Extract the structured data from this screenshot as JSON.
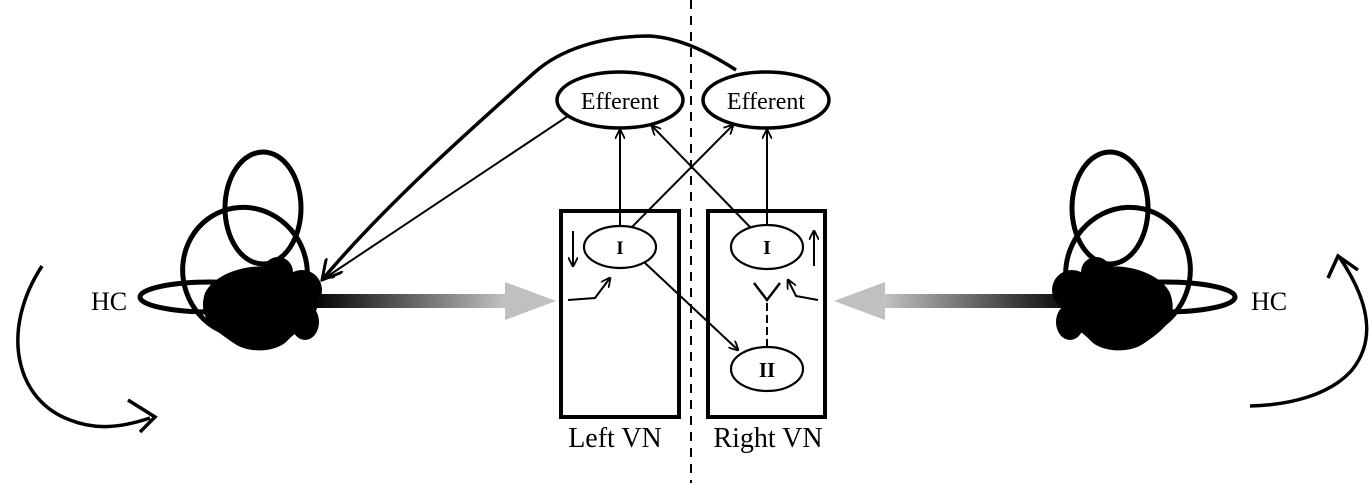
{
  "labels": {
    "efferent_left": "Efferent",
    "efferent_right": "Efferent",
    "neuron_I_left": "I",
    "neuron_I_right": "I",
    "neuron_II": "II",
    "hc_left": "HC",
    "hc_right": "HC",
    "left_vn": "Left VN",
    "right_vn": "Right VN"
  },
  "colors": {
    "ink": "#000000",
    "background": "#ffffff",
    "gradient_end": "#c8c8c8"
  },
  "icons": {
    "left_ear": "inner-ear-labyrinth-icon",
    "right_ear": "inner-ear-labyrinth-icon",
    "left_rotation": "curved-rotation-arrow-icon",
    "right_rotation": "curved-rotation-arrow-icon"
  }
}
